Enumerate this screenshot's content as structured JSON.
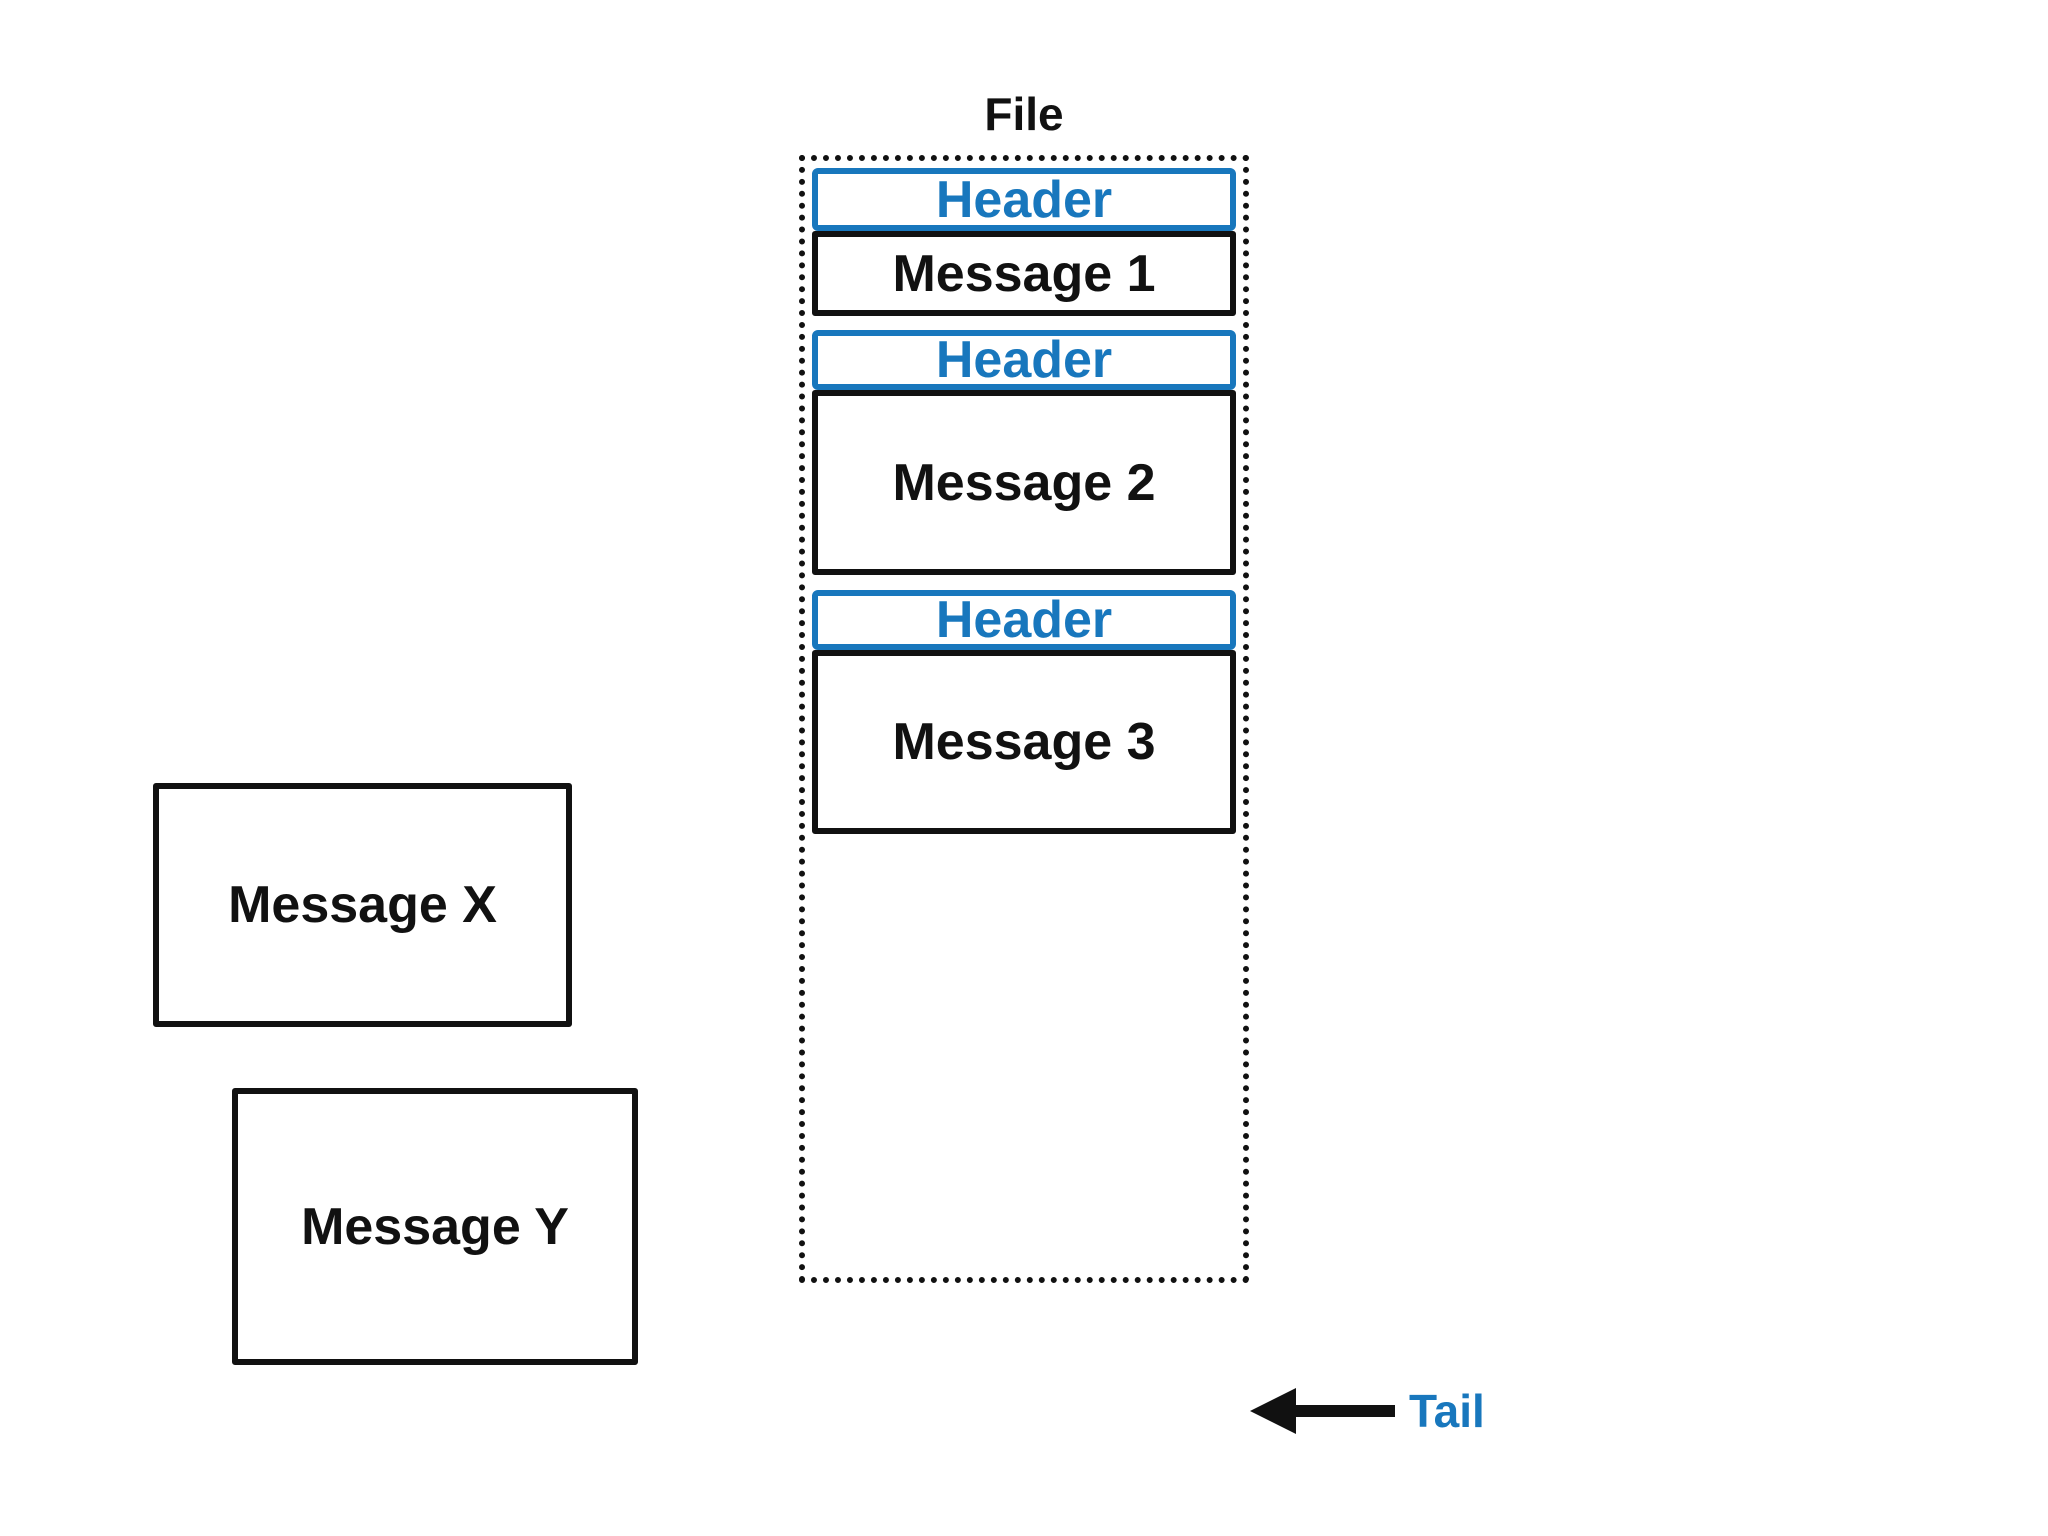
{
  "colors": {
    "accent": "#1877bd",
    "ink": "#111111"
  },
  "file": {
    "title": "File",
    "entries": [
      {
        "header": "Header",
        "body": "Message 1"
      },
      {
        "header": "Header",
        "body": "Message 2"
      },
      {
        "header": "Header",
        "body": "Message 3"
      }
    ]
  },
  "incoming_messages": [
    {
      "label": "Message X"
    },
    {
      "label": "Message Y"
    }
  ],
  "tail_pointer": {
    "label": "Tail"
  }
}
